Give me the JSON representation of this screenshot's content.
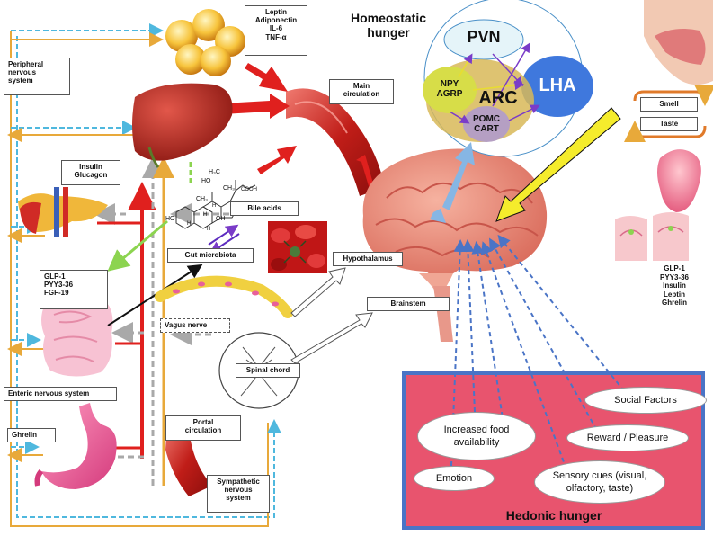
{
  "titles": {
    "homeostatic": "Homeostatic\nhunger",
    "hedonic": "Hedonic hunger"
  },
  "labels": {
    "adipokines": "Leptin\nAdiponectin\nIL-6\nTNF-α",
    "peripheral_nervous_system": "Peripheral\nnervous\nsystem",
    "main_circulation": "Main\ncirculation",
    "insulin_glucagon": "Insulin\nGlucagon",
    "bile_acids": "Bile acids",
    "gut_microbiota": "Gut microbiota",
    "hypothalamus": "Hypothalamus",
    "brainstem": "Brainstem",
    "gut_hormones": "GLP-1\nPYY3-36\nFGF-19",
    "vagus_nerve": "Vagus nerve",
    "spinal_chord": "Spinal chord",
    "enteric_nervous_system": "Enteric nervous system",
    "ghrelin": "Ghrelin",
    "portal_circulation": "Portal\ncirculation",
    "sympathetic_nervous_system": "Sympathetic\nnervous\nsystem",
    "smell": "Smell",
    "taste": "Taste",
    "oral_hormones": "GLP-1\nPYY3-36\nInsulin\nLeptin\nGhrelin"
  },
  "hypothalamic_nuclei": {
    "pvn": "PVN",
    "npy_agrp": "NPY\nAGRP",
    "arc": "ARC",
    "lha": "LHA",
    "pomc_cart": "POMC\nCART"
  },
  "hedonic_factors": {
    "social": "Social Factors",
    "food_availability": "Increased food\navailability",
    "reward": "Reward / Pleasure",
    "emotion": "Emotion",
    "sensory": "Sensory cues (visual,\nolfactory, taste)"
  },
  "bile_acid_structure": {
    "h3c": "H₃C",
    "ch3_a": "CH₃",
    "ch3_b": "CH₃",
    "ho_a": "HO",
    "ho_b": "HO",
    "oh": "OH",
    "h_a": "H",
    "h_b": "H",
    "h_c": "H",
    "h_d": "H",
    "cooh": "COOH"
  },
  "colors": {
    "hedonic_fill": "#e8546e",
    "hedonic_border": "#4a74c6",
    "red_arrow": "#e0201e",
    "orange_line": "#e8a93a",
    "cyan_dashed": "#4fb8de",
    "grey_dashed": "#a9a9a9",
    "green_dashed": "#8cd450",
    "yellow_arrow": "#f5ec2c",
    "blue_arrow": "#86b6e4",
    "pvn_fill": "#e5f4f9",
    "lha_fill": "#3f78dd",
    "npy_fill": "#d7dd48",
    "arc_fill": "#d8b958",
    "pomc_fill": "#b59fc3"
  }
}
